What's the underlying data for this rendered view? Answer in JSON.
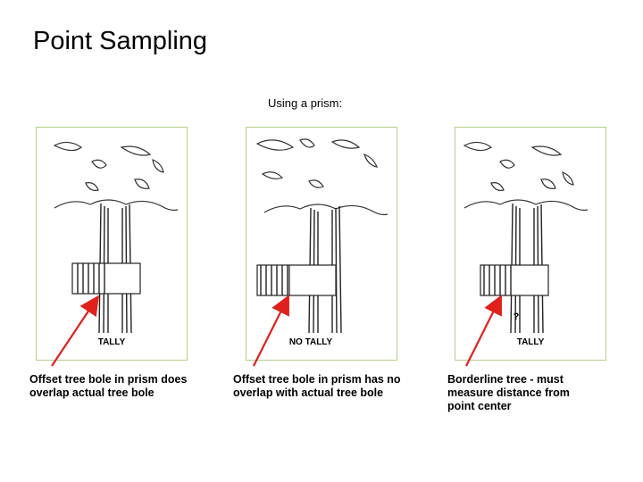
{
  "header": {
    "title": "Point Sampling",
    "subtitle": "Using a prism:"
  },
  "panels": [
    {
      "label": "TALLY",
      "caption": "Offset tree bole in prism does overlap actual tree bole",
      "has_question_mark": false
    },
    {
      "label": "NO TALLY",
      "caption": "Offset tree bole in prism has no overlap with actual tree bole",
      "has_question_mark": false
    },
    {
      "label": "TALLY",
      "caption": "Borderline tree - must measure distance from point center",
      "has_question_mark": true,
      "mark": "?"
    }
  ],
  "colors": {
    "panel_border": "#b5cf8a",
    "arrow": "#e0201b"
  }
}
